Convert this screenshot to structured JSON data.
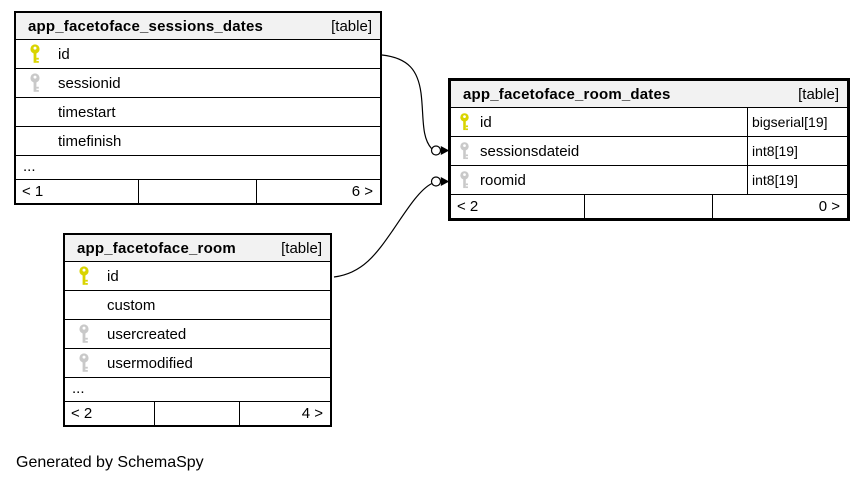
{
  "diagram": {
    "caption": "Generated by SchemaSpy",
    "colors": {
      "primary_key": "#d9d400",
      "foreign_key": "#c9c9c9",
      "header_bg": "#f2f2f2",
      "border": "#000000"
    },
    "tables": [
      {
        "name": "app_facetoface_sessions_dates",
        "tag": "[table]",
        "columns": [
          {
            "name": "id",
            "key": "primary",
            "type": ""
          },
          {
            "name": "sessionid",
            "key": "foreign",
            "type": ""
          },
          {
            "name": "timestart",
            "key": "",
            "type": ""
          },
          {
            "name": "timefinish",
            "key": "",
            "type": ""
          }
        ],
        "ellipsis": "...",
        "footer": {
          "left": "< 1",
          "right": "6 >"
        }
      },
      {
        "name": "app_facetoface_room_dates",
        "tag": "[table]",
        "emphasized": true,
        "has_types": true,
        "columns": [
          {
            "name": "id",
            "key": "primary",
            "type": "bigserial[19]"
          },
          {
            "name": "sessionsdateid",
            "key": "foreign",
            "type": "int8[19]"
          },
          {
            "name": "roomid",
            "key": "foreign",
            "type": "int8[19]"
          }
        ],
        "footer": {
          "left": "< 2",
          "right": "0 >"
        }
      },
      {
        "name": "app_facetoface_room",
        "tag": "[table]",
        "columns": [
          {
            "name": "id",
            "key": "primary",
            "type": ""
          },
          {
            "name": "custom",
            "key": "",
            "type": ""
          },
          {
            "name": "usercreated",
            "key": "foreign",
            "type": ""
          },
          {
            "name": "usermodified",
            "key": "foreign",
            "type": ""
          }
        ],
        "ellipsis": "...",
        "footer": {
          "left": "< 2",
          "right": "4 >"
        }
      }
    ],
    "relationships": [
      {
        "from": "app_facetoface_sessions_dates.id",
        "to": "app_facetoface_room_dates.sessionsdateid"
      },
      {
        "from": "app_facetoface_room.id",
        "to": "app_facetoface_room_dates.roomid"
      }
    ]
  }
}
